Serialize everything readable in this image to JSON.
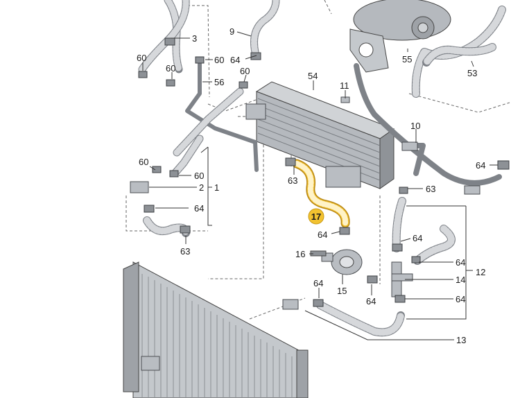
{
  "callouts": [
    {
      "id": "c3",
      "text": "3"
    },
    {
      "id": "c9",
      "text": "9"
    },
    {
      "id": "c60a",
      "text": "60"
    },
    {
      "id": "c60b",
      "text": "60"
    },
    {
      "id": "c60c",
      "text": "60"
    },
    {
      "id": "c64a",
      "text": "64"
    },
    {
      "id": "c60d",
      "text": "60"
    },
    {
      "id": "c56",
      "text": "56"
    },
    {
      "id": "c54",
      "text": "54"
    },
    {
      "id": "c11",
      "text": "11"
    },
    {
      "id": "c55",
      "text": "55"
    },
    {
      "id": "c53",
      "text": "53"
    },
    {
      "id": "c10",
      "text": "10"
    },
    {
      "id": "c64b",
      "text": "64"
    },
    {
      "id": "c60e",
      "text": "60"
    },
    {
      "id": "c60f",
      "text": "60"
    },
    {
      "id": "c2",
      "text": "2"
    },
    {
      "id": "c1",
      "text": "1"
    },
    {
      "id": "c64c",
      "text": "64"
    },
    {
      "id": "c63a",
      "text": "63"
    },
    {
      "id": "c63b",
      "text": "63"
    },
    {
      "id": "c63c",
      "text": "63"
    },
    {
      "id": "c64d",
      "text": "64"
    },
    {
      "id": "c64e",
      "text": "64"
    },
    {
      "id": "c64f",
      "text": "64"
    },
    {
      "id": "c12",
      "text": "12"
    },
    {
      "id": "c14",
      "text": "14"
    },
    {
      "id": "c16",
      "text": "16"
    },
    {
      "id": "c15",
      "text": "15"
    },
    {
      "id": "c64g",
      "text": "64"
    },
    {
      "id": "c64h",
      "text": "64"
    },
    {
      "id": "c64i",
      "text": "64"
    },
    {
      "id": "c13",
      "text": "13"
    }
  ],
  "highlight": {
    "text": "17",
    "color": "#f2c230"
  },
  "colors": {
    "highlight_hose": "#f2c230",
    "part": "#a9adb2",
    "line": "#333333"
  }
}
